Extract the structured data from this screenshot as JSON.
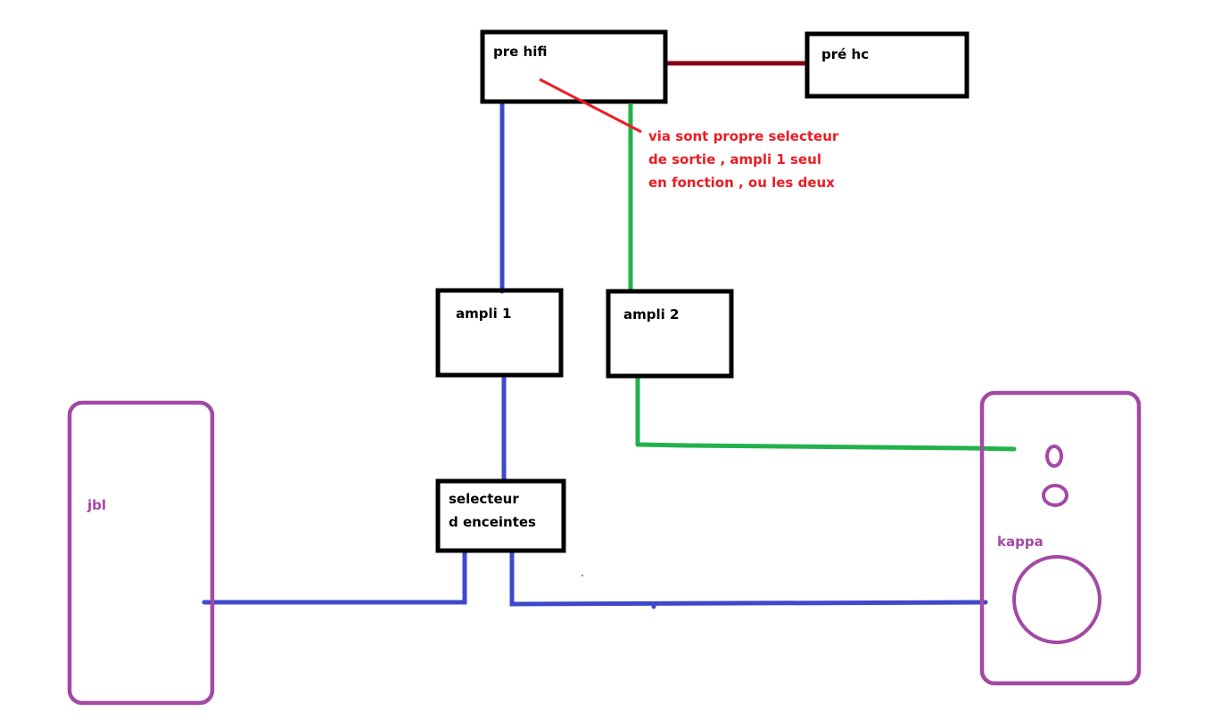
{
  "diagram": {
    "components": {
      "pre_hifi": {
        "label": "pre hifi"
      },
      "pre_hc": {
        "label": "pré hc"
      },
      "ampli_1": {
        "label": "ampli 1"
      },
      "ampli_2": {
        "label": "ampli 2"
      },
      "selecteur": {
        "line1": "selecteur",
        "line2": "d enceintes"
      },
      "jbl": {
        "label": "jbl"
      },
      "kappa": {
        "label": "kappa"
      }
    },
    "annotation": {
      "lines": [
        "via sont propre selecteur",
        "de sortie , ampli 1 seul",
        "en fonction , ou les deux"
      ]
    },
    "connections": [
      {
        "from": "pre hifi",
        "to": "pré hc",
        "color": "#880015"
      },
      {
        "from": "pre hifi",
        "to": "ampli 1",
        "color": "#3f48cc"
      },
      {
        "from": "pre hifi",
        "to": "ampli 2",
        "color": "#22b14c"
      },
      {
        "from": "ampli 1",
        "to": "selecteur d enceintes",
        "color": "#3f48cc"
      },
      {
        "from": "selecteur d enceintes",
        "to": "jbl",
        "color": "#3f48cc"
      },
      {
        "from": "selecteur d enceintes",
        "to": "kappa",
        "color": "#3f48cc"
      },
      {
        "from": "ampli 2",
        "to": "kappa",
        "color": "#22b14c"
      }
    ],
    "colors": {
      "box_border": "#000000",
      "speaker": "#a349a4",
      "annotation": "#ed1c24"
    }
  }
}
